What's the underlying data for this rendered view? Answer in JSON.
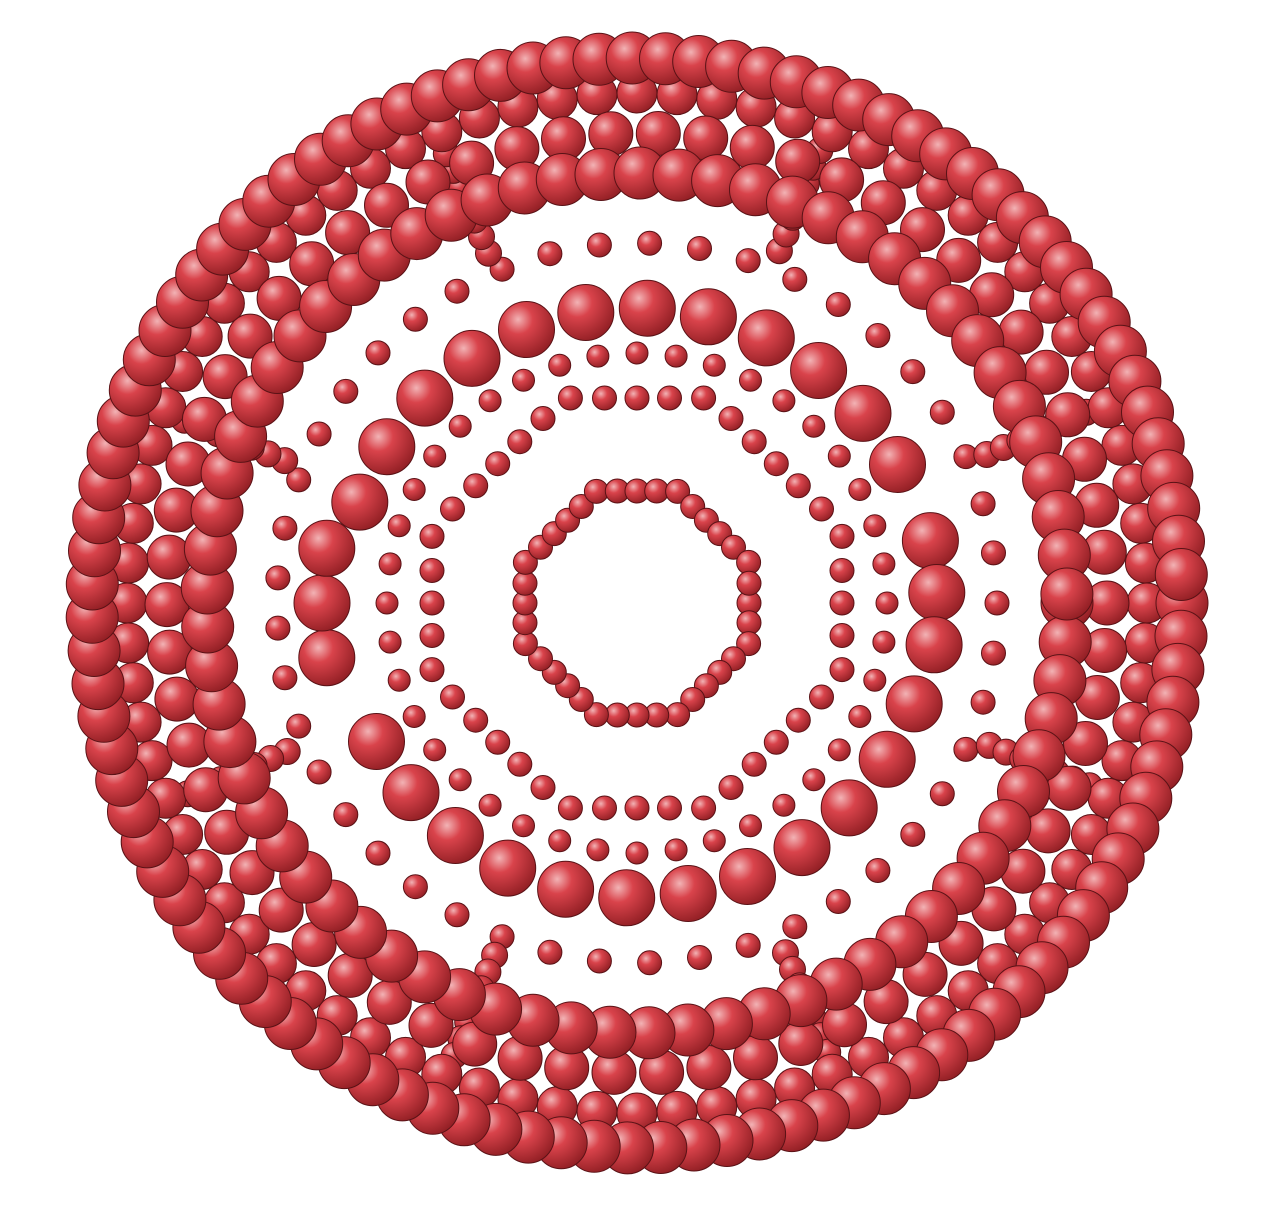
{
  "scene": {
    "description_free": true,
    "colors": {
      "background": "#ffffff",
      "sphere_highlight": "#f2b3b5",
      "sphere_mid": "#d9434b",
      "sphere_dark": "#8e1d22",
      "sphere_outline": "#5a1216"
    },
    "sphere_sizes": [
      "small",
      "medium",
      "large"
    ]
  }
}
